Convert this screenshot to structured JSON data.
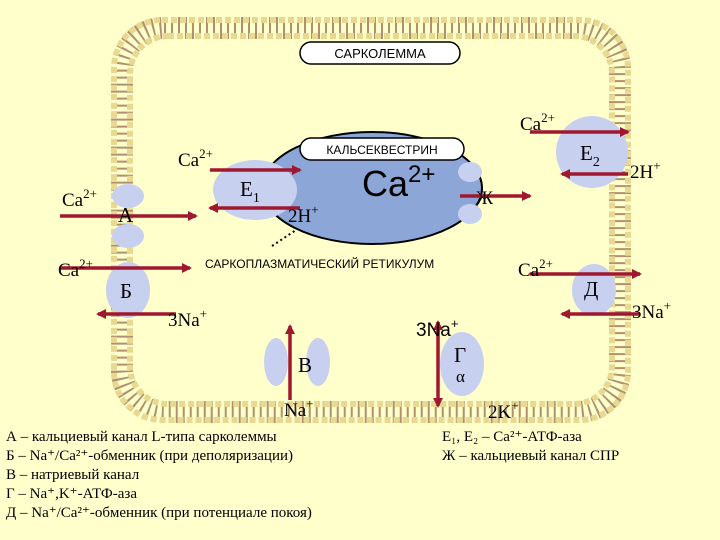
{
  "title_sarcolemma": "САРКОЛЕММА",
  "title_calsequestrin": "КАЛЬСЕКВЕСТРИН",
  "title_sr": "САРКОПЛАЗМАТИЧЕСКИЙ РЕТИКУЛУМ",
  "ca_big": "Ca",
  "ca_big_sup": "2+",
  "labels": {
    "ca_top_right": "Ca",
    "ca_top_right_sup": "2+",
    "e2": "E",
    "e2_sub": "2",
    "h_2_right": "2H",
    "h_2_right_sup": "+",
    "ca_sr_left": "Ca",
    "ca_sr_left_sup": "2+",
    "e1": "E",
    "e1_sub": "1",
    "h_2_center": "2H",
    "h_2_center_sup": "+",
    "ca_left_a": "Ca",
    "ca_left_a_sup": "2+",
    "a": "А",
    "zh": "Ж",
    "ca_left_b": "Ca",
    "ca_left_b_sup": "2+",
    "b": "Б",
    "na3_left": "3Na",
    "na3_left_sup": "+",
    "ca_right_d": "Ca",
    "ca_right_d_sup": "2+",
    "d": "Д",
    "na3_right": "3Na",
    "na3_right_sup": "+",
    "na3_g": "3Na",
    "na3_g_sup": "+",
    "g": "Г",
    "alpha": "α",
    "v": "В",
    "na_v": "Na",
    "na_v_sup": "+",
    "k2": "2K",
    "k2_sup": "+"
  },
  "legend_left": [
    "А – кальциевый канал L-типа сарколеммы",
    "Б – Na⁺/Ca²⁺-обменник (при деполяризации)",
    "В – натриевый канал",
    "Г – Na⁺,K⁺-АТФ-аза",
    "Д – Na⁺/Ca²⁺-обменник (при потенциале покоя)"
  ],
  "legend_right": [
    "E₁, E₂ – Ca²⁺-АТФ-аза",
    "Ж – кальциевый канал СПР"
  ],
  "colors": {
    "background": "#ffffcc",
    "membrane_head": "#e8d890",
    "membrane_tail": "#b09070",
    "protein": "#c8d0f0",
    "sr": "#8ca6d8",
    "arrow": "#a01830"
  }
}
